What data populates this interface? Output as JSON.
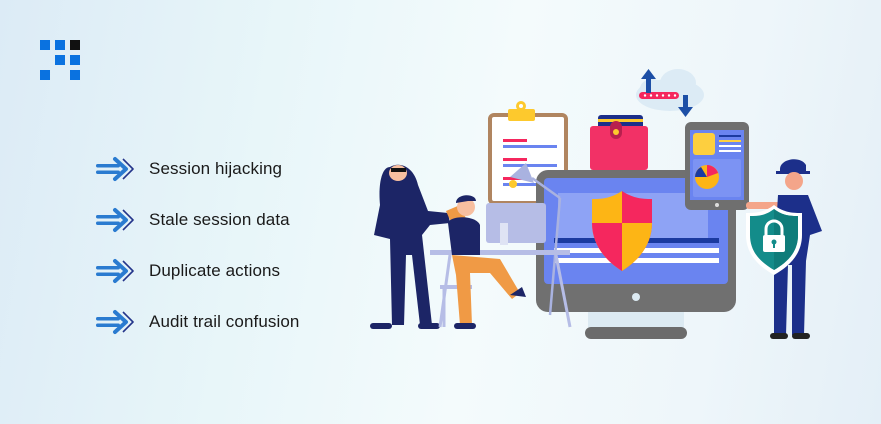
{
  "logo": {
    "name": "brand-logo",
    "colors": {
      "primary": "#0a72e0",
      "accent": "#111111"
    }
  },
  "list": {
    "items": [
      {
        "label": "Session hijacking",
        "icon": "double-arrow-right-icon"
      },
      {
        "label": "Stale session data",
        "icon": "double-arrow-right-icon"
      },
      {
        "label": "Duplicate actions",
        "icon": "double-arrow-right-icon"
      },
      {
        "label": "Audit trail confusion",
        "icon": "double-arrow-right-icon"
      }
    ]
  },
  "illustration": {
    "elements": [
      "hacker-figure",
      "office-worker-figure",
      "clipboard-icon",
      "wallet-icon",
      "cloud-password-icon",
      "monitor-shield",
      "tablet-chart",
      "security-guard-figure",
      "lock-shield-icon"
    ],
    "colors": {
      "navy": "#1c2566",
      "blue": "#6a84f0",
      "red": "#f5275e",
      "yellow": "#fdb515",
      "teal": "#138c8a",
      "gray": "#707070",
      "orange": "#f09a45"
    }
  }
}
